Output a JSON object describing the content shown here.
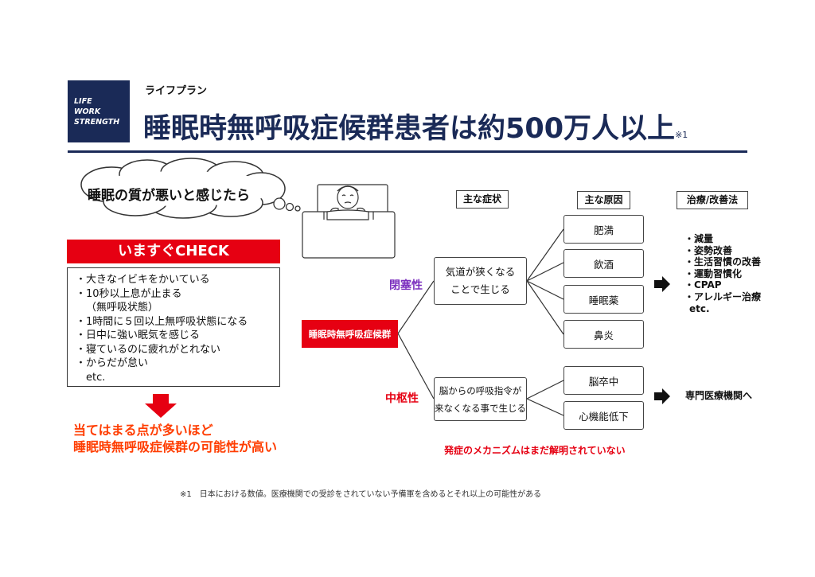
{
  "header": {
    "logo_lines": [
      "LIFE",
      "WORK",
      "STRENGTH"
    ],
    "kicker": "ライフプラン",
    "title": "睡眠時無呼吸症候群患者は約500万人以上",
    "title_note": "※1"
  },
  "cloud": {
    "text": "睡眠の質が悪いと感じたら"
  },
  "check": {
    "heading": "いますぐCHECK",
    "items": [
      "・大きなイビキをかいている",
      "・10秒以上息が止まる",
      "（無呼吸状態）",
      "・1時間に５回以上無呼吸状態になる",
      "・日中に強い眠気を感じる",
      "・寝ているのに疲れがとれない",
      "・からだが怠い",
      "etc."
    ]
  },
  "conclusion": {
    "line1": "当てはまる点が多いほど",
    "line2": "睡眠時無呼吸症候群の可能性が高い"
  },
  "diagram": {
    "headers": {
      "symptoms": "主な症状",
      "causes": "主な原因",
      "treatment": "治療/改善法"
    },
    "main": "睡眠時無呼吸症候群",
    "obstructive": {
      "label": "閉塞性",
      "symptom_line1": "気道が狭くなる",
      "symptom_line2": "ことで生じる",
      "causes": [
        "肥満",
        "飲酒",
        "睡眠薬",
        "鼻炎"
      ],
      "treatments": [
        "・減量",
        "・姿勢改善",
        "・生活習慣の改善",
        "・運動習慣化",
        "・CPAP",
        "・アレルギー治療",
        "etc."
      ]
    },
    "central": {
      "label": "中枢性",
      "symptom_line1": "脳からの呼吸指令が",
      "symptom_line2": "来なくなる事で生じる",
      "causes": [
        "脳卒中",
        "心機能低下"
      ],
      "treatment": "専門医療機関へ"
    },
    "mechanism_note": "発症のメカニズムはまだ解明されていない"
  },
  "footnote": "※1　日本における数値。医療機関での受診をされていない予備軍を含めるとそれ以上の可能性がある",
  "colors": {
    "navy": "#1a2a57",
    "red": "#e60012",
    "orange": "#ff3d00",
    "purple": "#7b2fbe"
  }
}
